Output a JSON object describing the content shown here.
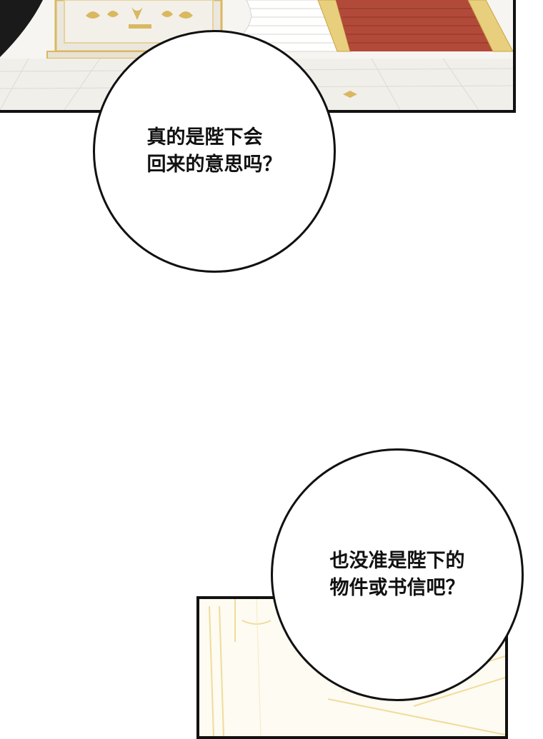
{
  "bubbles": [
    {
      "lines": [
        "真的是陛下会",
        "回来的意思吗？"
      ]
    },
    {
      "lines": [
        "也没准是陛下的",
        "物件或书信吧？"
      ]
    }
  ],
  "colors": {
    "outline": "#111111",
    "carpet": "#b24a3a",
    "gold_trim": "#d9b860",
    "marble": "#f4f2ee"
  }
}
